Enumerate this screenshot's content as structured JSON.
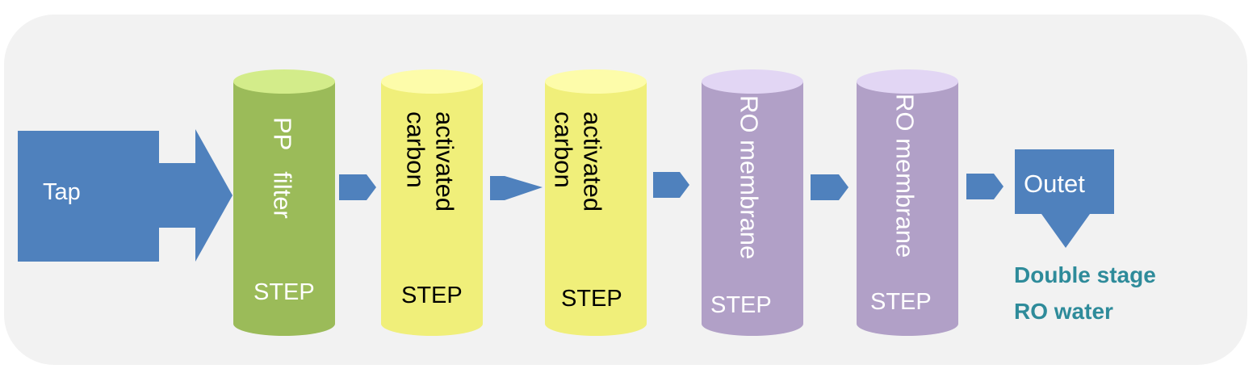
{
  "diagram": {
    "inlet_label": "Tap",
    "outlet_label": "Outet",
    "output_lines": [
      "Double stage",
      "RO water"
    ],
    "colors": {
      "background": "#f2f2f2",
      "arrow_blue": "#4f81bd",
      "pp_body": "#9bbb59",
      "pp_top": "#d3ec8a",
      "carbon_body": "#f0ef7a",
      "carbon_top": "#fdfcaa",
      "ro_body": "#b1a0c7",
      "ro_top": "#e2d6f4",
      "output_text": "#2e8b9a"
    },
    "stages": [
      {
        "name": "PP   filter",
        "step": "STEP",
        "type": "pp"
      },
      {
        "name": "activated\ncarbon",
        "step": "STEP",
        "type": "carbon"
      },
      {
        "name": "activated\ncarbon",
        "step": "STEP",
        "type": "carbon"
      },
      {
        "name": "RO membrane",
        "step": "STEP",
        "type": "ro"
      },
      {
        "name": "RO membrane",
        "step": "STEP",
        "type": "ro"
      }
    ]
  }
}
